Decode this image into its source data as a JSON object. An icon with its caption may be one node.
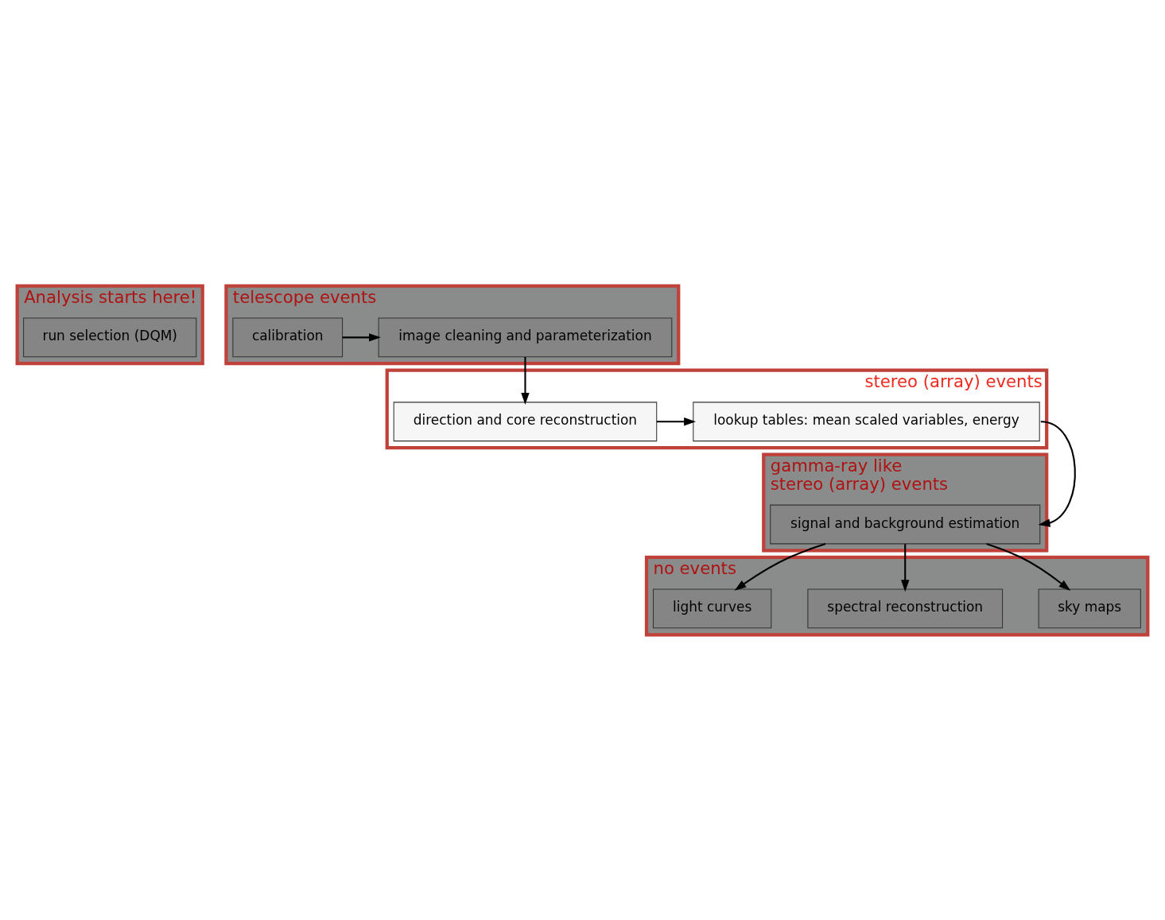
{
  "diagram": {
    "nodes": [
      {
        "text": [
          "Analysis starts here!"
        ]
      },
      {
        "text": [
          "run selection (DQM)"
        ],
        "in": 0
      },
      {
        "text": [
          "telescope events"
        ]
      },
      {
        "text": [
          "calibration"
        ],
        "in": 2
      },
      {
        "text": [
          "image cleaning and parameterization"
        ],
        "in": 2
      },
      {
        "text": [
          "stereo (array) events"
        ]
      },
      {
        "text": [
          "direction and core reconstruction"
        ],
        "in": 5
      },
      {
        "text": [
          "lookup tables: mean scaled variables, energy"
        ],
        "in": 5
      },
      {
        "text": [
          "gamma-ray like stereo (array) events"
        ]
      },
      {
        "text": [
          "signal and background estimation"
        ],
        "in": 8
      },
      {
        "text": [
          "no events"
        ]
      },
      {
        "text": [
          "sky maps"
        ],
        "in": 10
      },
      {
        "text": [
          "spectral reconstruction"
        ],
        "in": 10
      },
      {
        "text": [
          "light curves"
        ],
        "in": 10
      }
    ],
    "edges": [
      {
        "from": 3,
        "to": 4,
        "arrow": "to"
      },
      {
        "from": 4,
        "to": 6,
        "arrow": "to"
      },
      {
        "from": 6,
        "to": 7,
        "arrow": "to"
      },
      {
        "from": 7,
        "to": 9,
        "arrow": "to"
      },
      {
        "from": 9,
        "to": 11,
        "arrow": "to"
      },
      {
        "from": 9,
        "to": 12,
        "arrow": "to"
      },
      {
        "from": 9,
        "to": 13,
        "arrow": "to"
      }
    ]
  }
}
